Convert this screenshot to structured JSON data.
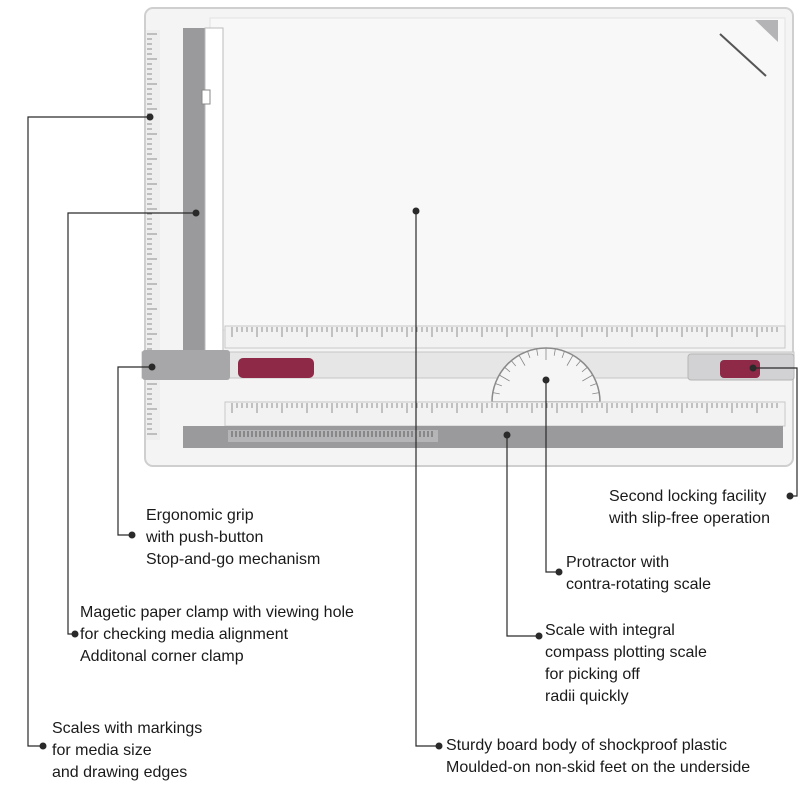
{
  "callouts": {
    "scales": {
      "lines": [
        "Scales with markings",
        "for media size",
        "and drawing edges"
      ]
    },
    "clamp": {
      "lines": [
        "Magetic paper clamp with viewing hole",
        "for checking media alignment",
        "Additonal corner clamp"
      ]
    },
    "grip": {
      "lines": [
        "Ergonomic grip",
        "with push-button",
        "Stop-and-go mechanism"
      ]
    },
    "body": {
      "lines": [
        "Sturdy board body of shockproof plastic",
        "Moulded-on non-skid feet on the underside"
      ]
    },
    "scale": {
      "lines": [
        "Scale with integral",
        "compass plotting scale",
        "for picking off",
        "radii quickly"
      ]
    },
    "protractor": {
      "lines": [
        "Protractor with",
        "contra-rotating scale"
      ]
    },
    "locking": {
      "lines": [
        "Second locking facility",
        "with slip-free operation"
      ]
    }
  },
  "colors": {
    "board": "#f3f3f3",
    "rail": "#9a9a9c",
    "grip": "#8e2a48",
    "leader": "#2a2a2a"
  }
}
